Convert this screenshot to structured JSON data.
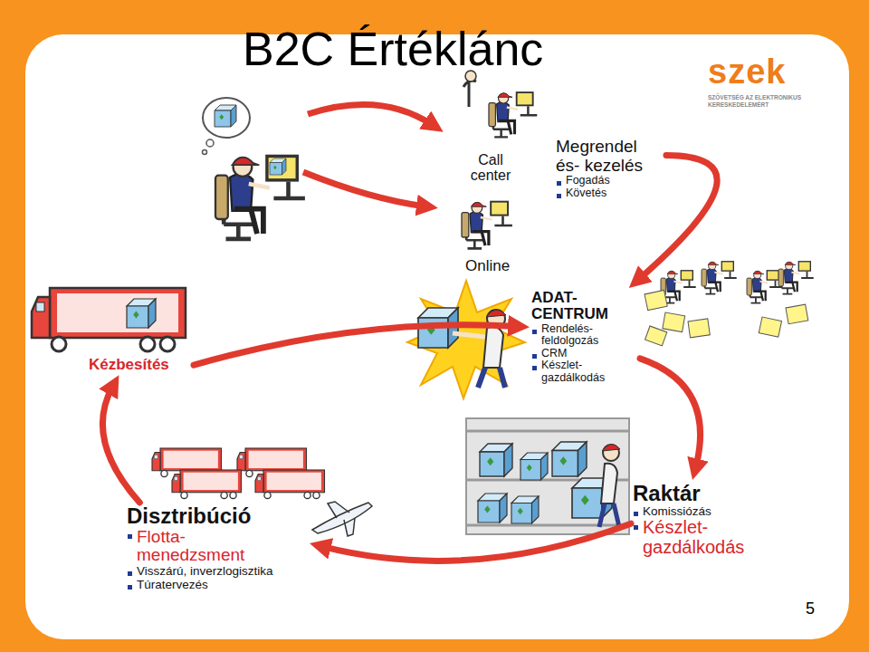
{
  "diagram": {
    "title": "B2C Értéklánc",
    "nodes": [
      {
        "text": [
          "Call center"
        ]
      },
      {
        "text": [
          "Megrendel és- kezelés",
          "Fogadás",
          "Követés"
        ]
      },
      {
        "text": [
          "Online"
        ]
      },
      {
        "text": [
          "ADAT- CENTRUM",
          "Rendelés- feldolgozás",
          "CRM",
          "Készlet- gazdálkodás"
        ]
      },
      {
        "text": [
          "Kézbesítés"
        ]
      },
      {
        "text": [
          "Raktár",
          "Komissiózás",
          "Készlet- gazdálkodás"
        ]
      },
      {
        "text": [
          "Disztribúció",
          "Flotta- menedzsment",
          "Visszárú, inverzlogisztika",
          "Túratervezés"
        ]
      }
    ],
    "edges": [
      {
        "from": 1,
        "to": 3,
        "arrow": "to"
      },
      {
        "from": 3,
        "to": 5,
        "arrow": "to"
      },
      {
        "from": 5,
        "to": 6,
        "arrow": "to"
      },
      {
        "from": 6,
        "to": 4,
        "arrow": "to"
      },
      {
        "from": 4,
        "to": 3,
        "arrow": "to"
      }
    ],
    "labels": [
      "szek",
      "SZÖVETSÉG AZ ELEKTRONIKUS KERESKEDELEMÉRT",
      "5"
    ]
  }
}
